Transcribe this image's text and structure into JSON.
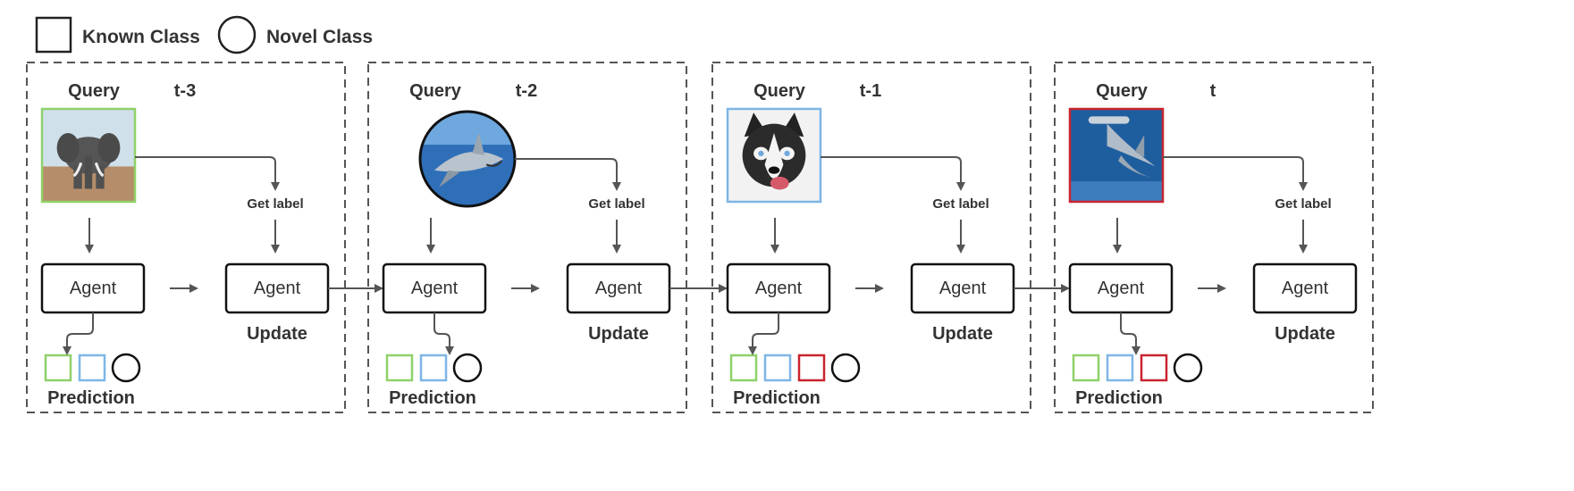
{
  "legend": {
    "known_label": "Known Class",
    "novel_label": "Novel Class"
  },
  "panel_labels": {
    "query": "Query",
    "get_label": "Get label",
    "agent": "Agent",
    "update": "Update",
    "prediction": "Prediction"
  },
  "colors": {
    "green": "#8fd16a",
    "blue": "#7eb6e6",
    "red": "#c9242f",
    "stroke": "#222222",
    "arrow": "#555555",
    "dash": "#555555"
  },
  "panels": [
    {
      "time": "t-3",
      "image": "elephant",
      "image_shape": "square",
      "image_border": "green",
      "prediction": [
        "green-square",
        "blue-square",
        "circle"
      ]
    },
    {
      "time": "t-2",
      "image": "shark",
      "image_shape": "circle",
      "image_border": "black",
      "prediction": [
        "green-square",
        "blue-square",
        "circle"
      ]
    },
    {
      "time": "t-1",
      "image": "husky",
      "image_shape": "square",
      "image_border": "blue",
      "prediction": [
        "green-square",
        "blue-square",
        "red-square",
        "circle"
      ]
    },
    {
      "time": "t",
      "image": "hammerhead-shark",
      "image_shape": "square",
      "image_border": "red",
      "prediction": [
        "green-square",
        "blue-square",
        "red-square",
        "circle"
      ]
    }
  ]
}
